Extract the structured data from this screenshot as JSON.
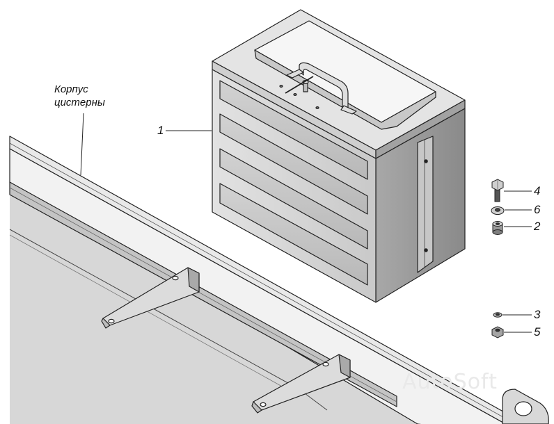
{
  "labels": {
    "body_line1": "Корпус",
    "body_line2": "цистерны",
    "p1": "1",
    "p2": "2",
    "p3": "3",
    "p4": "4",
    "p5": "5",
    "p6": "6"
  },
  "watermark": "AutoSoft",
  "colors": {
    "part_fill": "#d6d6d6",
    "part_dark": "#8c8c8c",
    "line": "#222222"
  }
}
